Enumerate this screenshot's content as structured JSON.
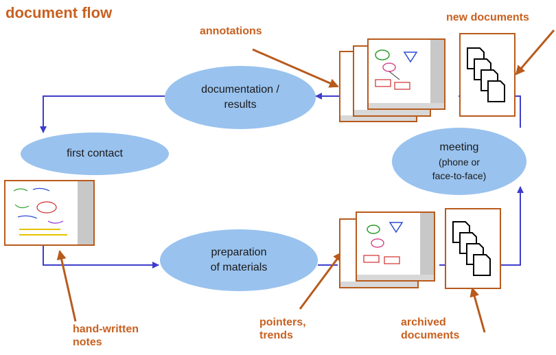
{
  "title": "document flow",
  "nodes": {
    "documentation": [
      "documentation /",
      "results"
    ],
    "first_contact": "first contact",
    "meeting": [
      "meeting",
      "(phone or",
      "face-to-face)"
    ],
    "preparation": [
      "preparation",
      "of materials"
    ]
  },
  "labels": {
    "annotations": "annotations",
    "new_documents": "new documents",
    "handwritten": [
      "hand-written",
      "notes"
    ],
    "pointers": [
      "pointers,",
      "trends"
    ],
    "archived": [
      "archived",
      "documents"
    ]
  },
  "colors": {
    "accent": "#c8601f",
    "ellipse_fill": "#99c2ee",
    "flow_arrow": "#3d3dcc",
    "callout_arrow": "#b85a1c"
  }
}
